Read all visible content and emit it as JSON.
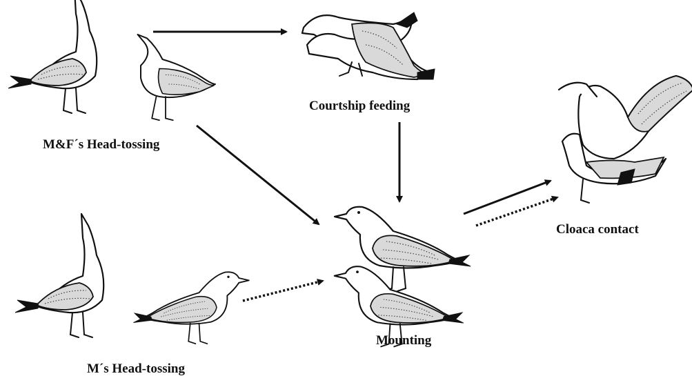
{
  "labels": {
    "mf_head_tossing": "M&F´s Head-tossing",
    "courtship_feeding": "Courtship feeding",
    "m_head_tossing": "M´s Head-tossing",
    "mounting": "Mounting",
    "cloaca_contact": "Cloaca contact"
  },
  "transitions": [
    {
      "from": "mf_head_tossing",
      "to": "courtship_feeding",
      "style": "solid"
    },
    {
      "from": "mf_head_tossing",
      "to": "mounting",
      "style": "solid"
    },
    {
      "from": "courtship_feeding",
      "to": "mounting",
      "style": "solid"
    },
    {
      "from": "m_head_tossing",
      "to": "mounting",
      "style": "dotted"
    },
    {
      "from": "mounting",
      "to": "cloaca_contact",
      "style": "solid"
    },
    {
      "from": "mounting",
      "to": "cloaca_contact",
      "style": "dotted"
    }
  ],
  "colors": {
    "ink": "#111111",
    "wing_shade": "#d9d9d9",
    "background": "#ffffff"
  }
}
